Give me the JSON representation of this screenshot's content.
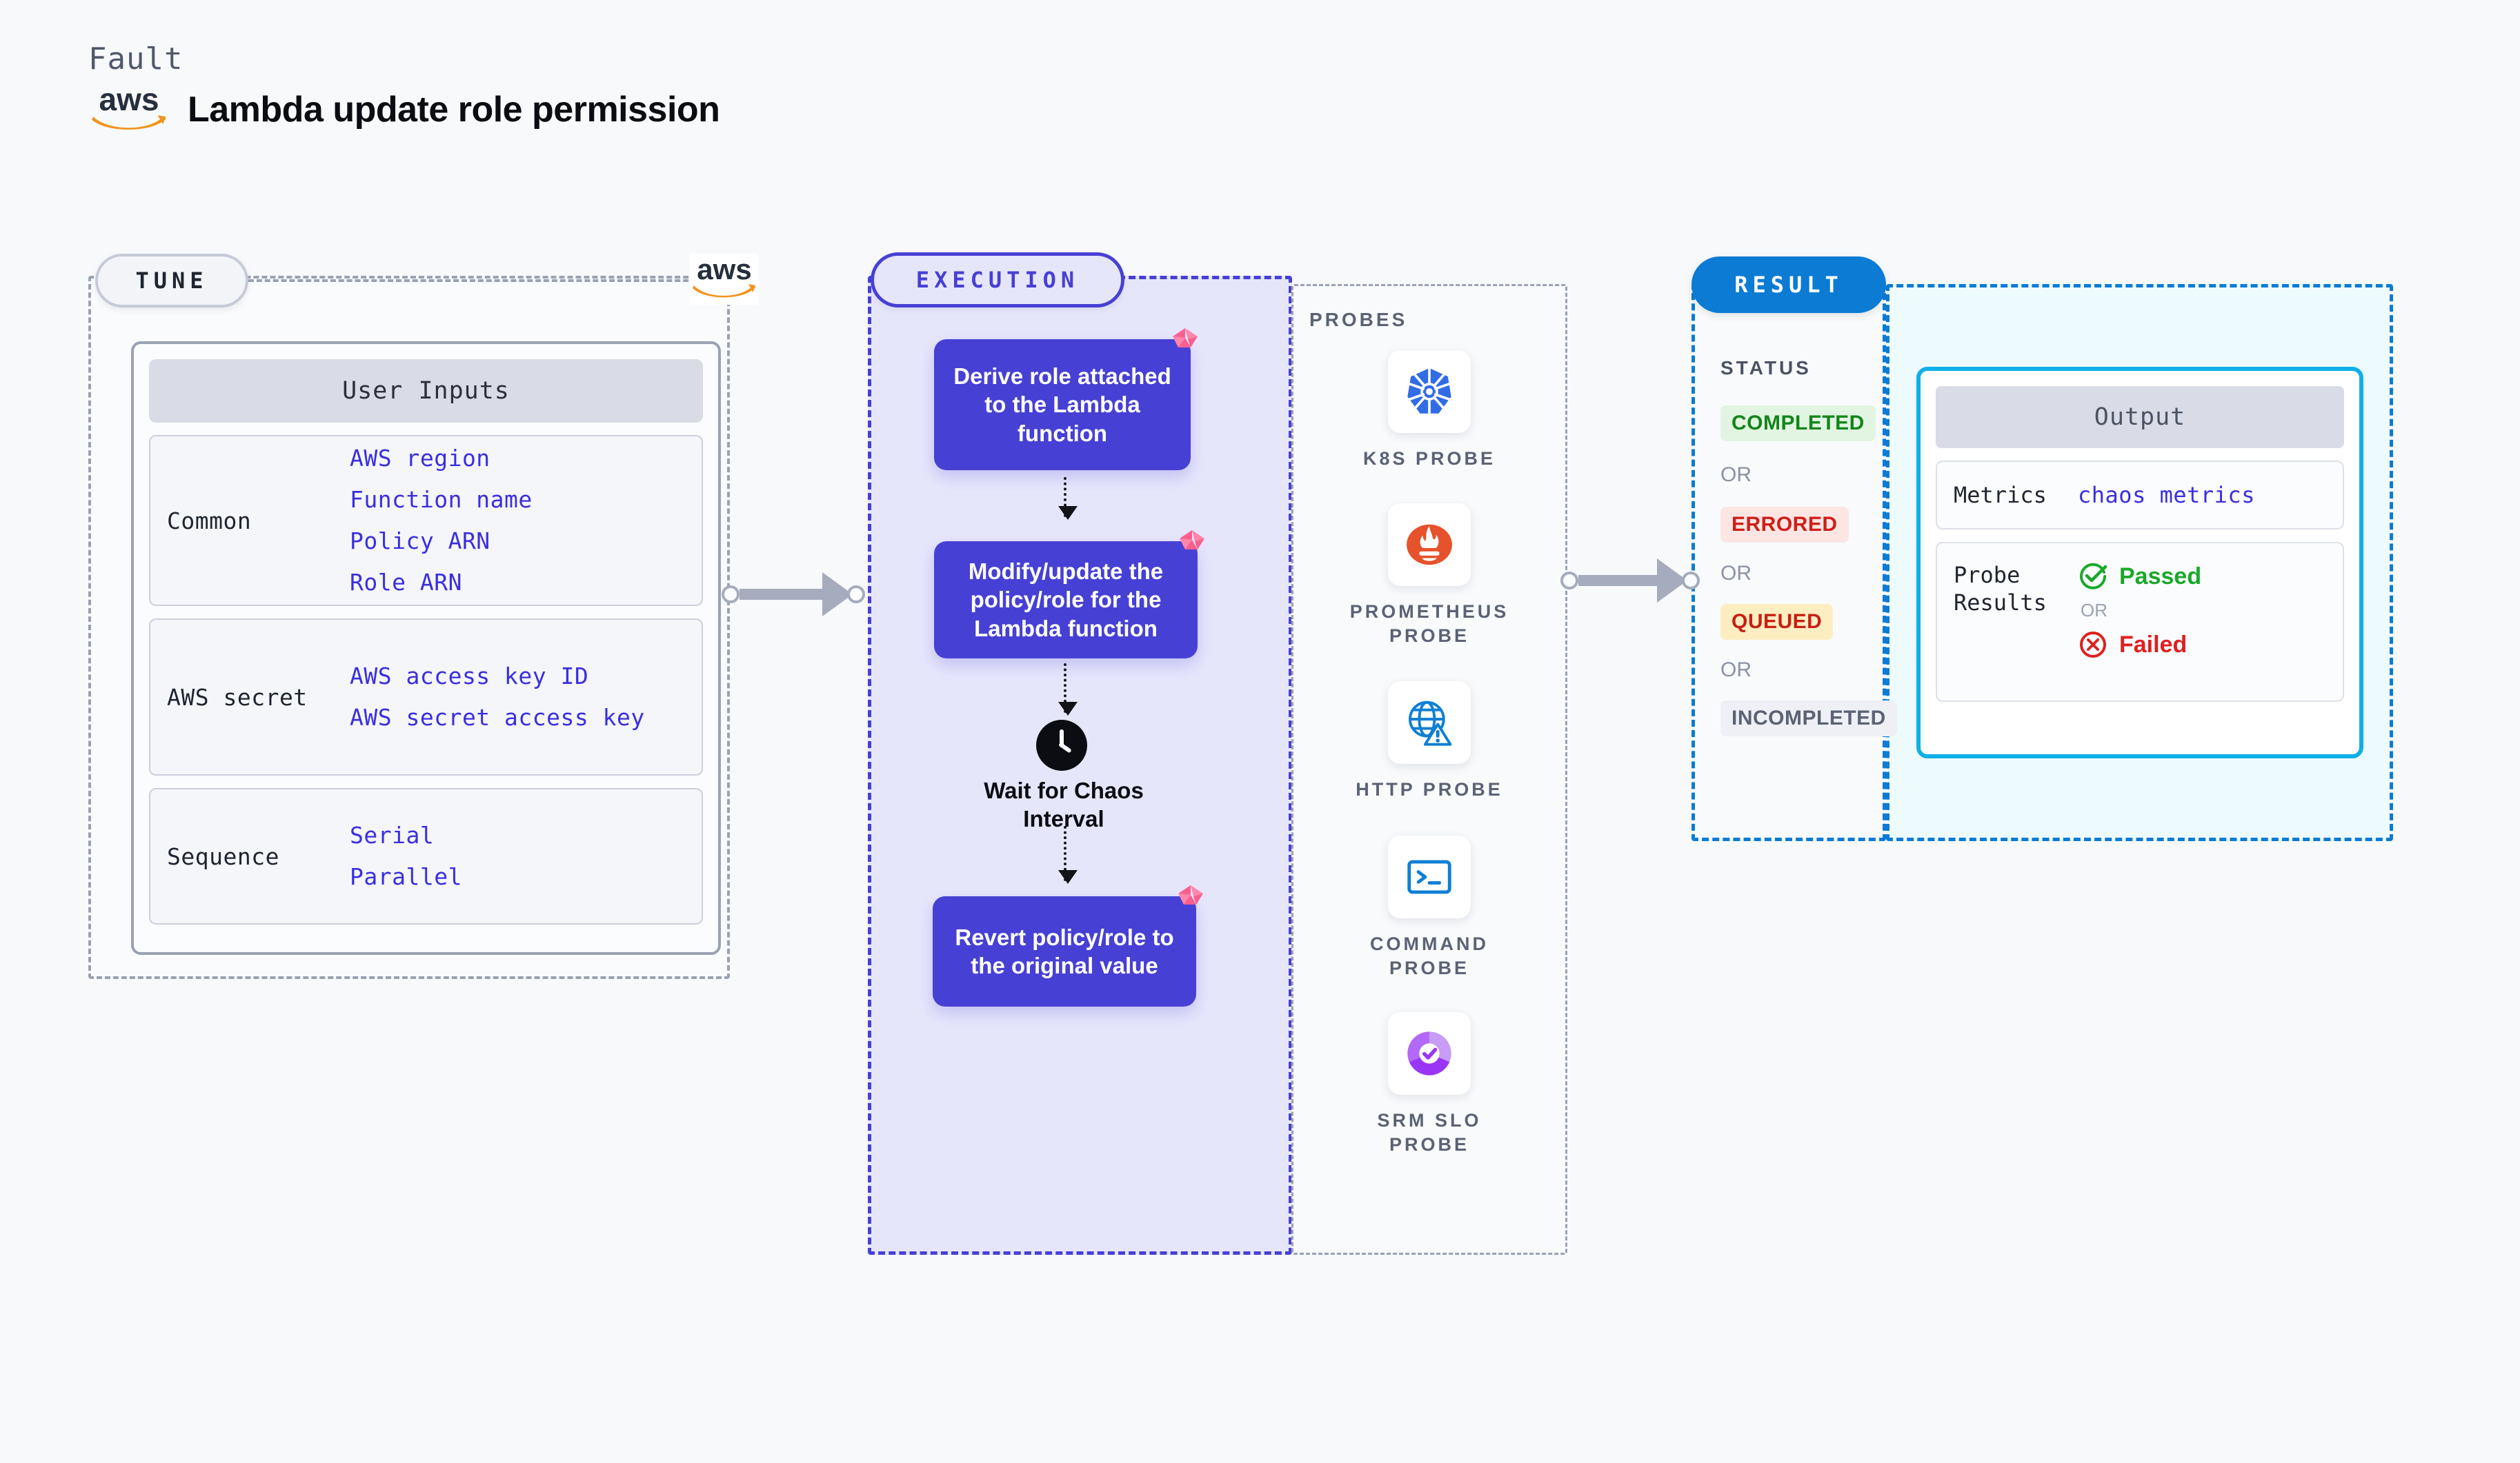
{
  "header": {
    "fault_label": "Fault",
    "title": "Lambda update role permission",
    "logo": "aws-logo",
    "logo_wordmark": "aws"
  },
  "tune": {
    "pill_label": "TUNE",
    "logo": "aws-logo",
    "logo_wordmark": "aws",
    "card_title": "User Inputs",
    "groups": [
      {
        "label": "Common",
        "values": [
          "AWS region",
          "Function name",
          "Policy ARN",
          "Role ARN"
        ]
      },
      {
        "label": "AWS secret",
        "values": [
          "AWS access key ID",
          "AWS secret access key"
        ]
      },
      {
        "label": "Sequence",
        "values": [
          "Serial",
          "Parallel"
        ]
      }
    ]
  },
  "execution": {
    "pill_label": "EXECUTION",
    "steps": [
      {
        "text": "Derive role attached to the Lambda function",
        "badge": "chaos-badge-icon"
      },
      {
        "text": "Modify/update the policy/role for the Lambda function",
        "badge": "chaos-badge-icon"
      },
      {
        "text": "Revert policy/role to the original value",
        "badge": "chaos-badge-icon"
      }
    ],
    "wait_label": "Wait for Chaos Interval",
    "wait_icon": "clock-icon"
  },
  "probes": {
    "section_label": "PROBES",
    "items": [
      {
        "name": "K8S PROBE",
        "icon": "kubernetes-icon"
      },
      {
        "name": "PROMETHEUS PROBE",
        "icon": "prometheus-icon"
      },
      {
        "name": "HTTP PROBE",
        "icon": "globe-warning-icon"
      },
      {
        "name": "COMMAND PROBE",
        "icon": "terminal-icon"
      },
      {
        "name": "SRM SLO PROBE",
        "icon": "srm-slo-icon"
      }
    ]
  },
  "result": {
    "pill_label": "RESULT",
    "status_label": "STATUS",
    "or_label": "OR",
    "statuses": [
      {
        "label": "COMPLETED",
        "bg": "#e2f5e2",
        "fg": "#13851a"
      },
      {
        "label": "ERRORED",
        "bg": "#fbe6e4",
        "fg": "#cf1f16"
      },
      {
        "label": "QUEUED",
        "bg": "#fdeec2",
        "fg": "#c81f12"
      },
      {
        "label": "INCOMPLETED",
        "bg": "#eef0f5",
        "fg": "#5b6275"
      }
    ],
    "output": {
      "title": "Output",
      "metrics_label": "Metrics",
      "metrics_value": "chaos metrics",
      "probe_results_label": "Probe Results",
      "passed_label": "Passed",
      "failed_label": "Failed",
      "or_label": "OR",
      "passed_icon": "check-circle-icon",
      "failed_icon": "cross-circle-icon"
    }
  },
  "colors": {
    "accent_purple": "#4740d4",
    "accent_blue": "#0b7bd4",
    "accent_cyan": "#0fb0e8",
    "link_blue": "#3a2ee0",
    "aws_orange": "#f0941f",
    "chaos_pink": "#fb5f8e",
    "page_bg": "#f8f9fb"
  }
}
